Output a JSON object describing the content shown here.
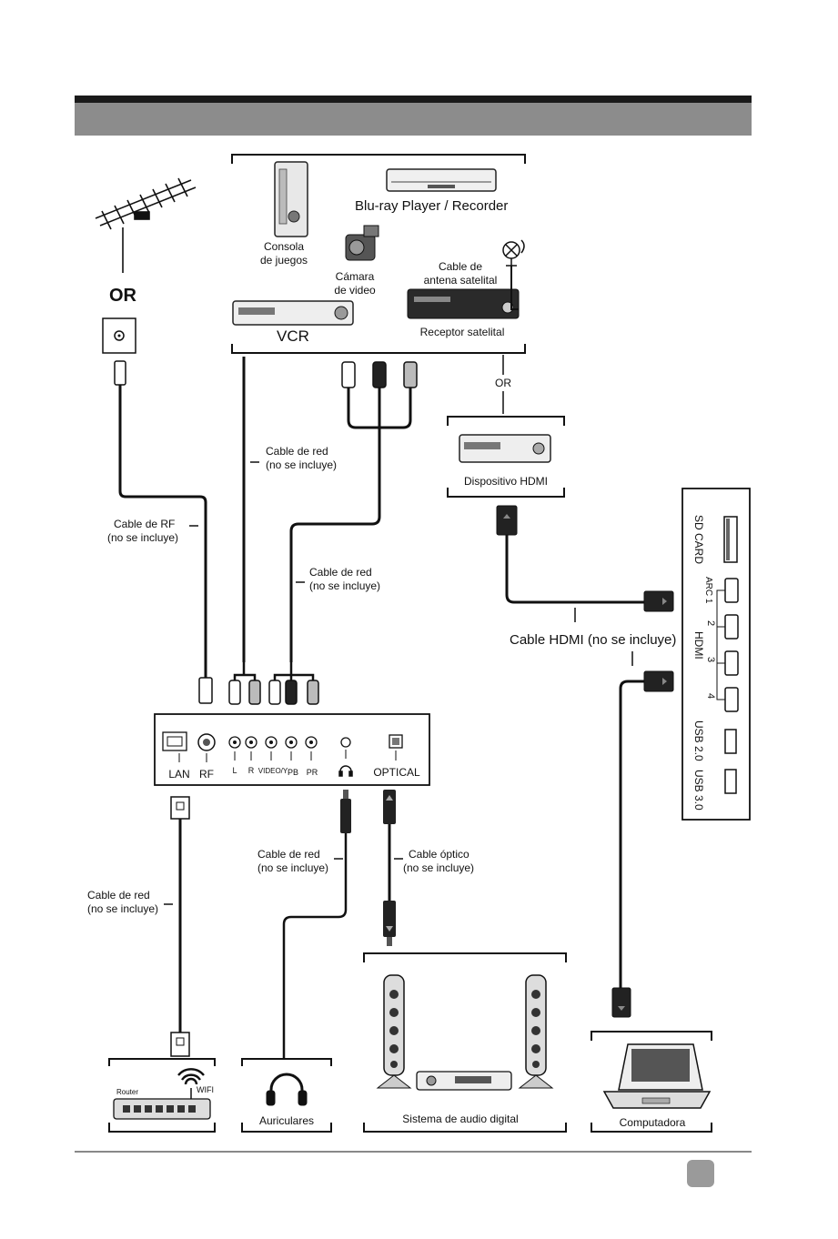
{
  "labels": {
    "or_antenna": "OR",
    "or_hdmi": "OR",
    "blu_ray": "Blu-ray Player / Recorder",
    "consola_1": "Consola",
    "consola_2": "de juegos",
    "camara_1": "Cámara",
    "camara_2": "de video",
    "sat_cable_1": "Cable de",
    "sat_cable_2": "antena satelital",
    "receptor": "Receptor satelital",
    "vcr": "VCR",
    "dispositivo_hdmi": "Dispositivo HDMI",
    "cable_red_1a": "Cable de red",
    "cable_red_1b": "(no se incluye)",
    "cable_red_2a": "Cable de red",
    "cable_red_2b": "(no se incluye)",
    "cable_rf_a": "Cable de RF",
    "cable_rf_b": "(no se incluye)",
    "cable_hdmi": "Cable HDMI (no se incluye)",
    "cable_red_3a": "Cable de red",
    "cable_red_3b": "(no se incluye)",
    "cable_optico_a": "Cable óptico",
    "cable_optico_b": "(no se incluye)",
    "cable_red_4a": "Cable de red",
    "cable_red_4b": "(no se incluye)",
    "router": "Router",
    "wifi": "WIFI",
    "auriculares": "Auriculares",
    "sistema_audio": "Sistema de audio digital",
    "computadora": "Computadora"
  },
  "ports": {
    "lan": "LAN",
    "rf": "RF",
    "l": "L",
    "r": "R",
    "video_y": "VIDEO/Y",
    "pb": "PB",
    "pr": "PR",
    "optical": "OPTICAL"
  },
  "side_panel": {
    "sd_card": "SD CARD",
    "arc1": "ARC 1",
    "hdmi2": "2",
    "hdmi_label": "HDMI",
    "hdmi3": "3",
    "hdmi4": "4",
    "usb2": "USB 2.0",
    "usb3": "USB 3.0"
  }
}
